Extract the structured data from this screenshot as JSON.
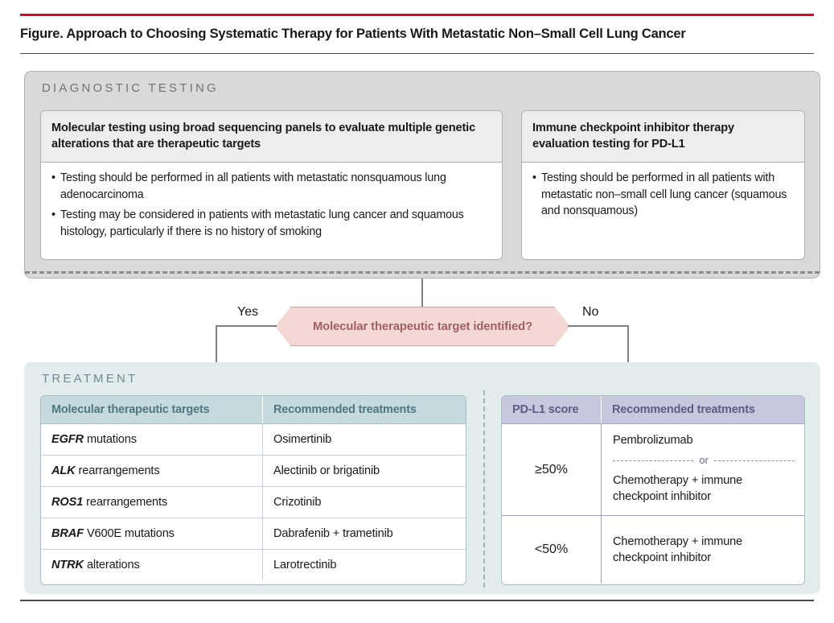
{
  "figure": {
    "title": "Figure. Approach to Choosing Systematic Therapy for Patients With Metastatic Non–Small Cell Lung Cancer",
    "accent_rule_color": "#c8102e"
  },
  "diagnostic": {
    "section_label": "DIAGNOSTIC TESTING",
    "cards": [
      {
        "heading": "Molecular testing using broad sequencing panels to evaluate multiple genetic alterations that are therapeutic targets",
        "bullets": [
          "Testing should be performed in all patients with metastatic nonsquamous lung adenocarcinoma",
          "Testing may be considered in patients with metastatic lung cancer and squamous histology, particularly if there is no history of smoking"
        ]
      },
      {
        "heading": "Immune checkpoint inhibitor therapy evaluation testing for PD-L1",
        "bullets": [
          "Testing should be performed in all patients with metastatic non–small cell lung cancer (squamous and nonsquamous)"
        ]
      }
    ]
  },
  "decision": {
    "question": "Molecular therapeutic target identified?",
    "yes_label": "Yes",
    "no_label": "No",
    "fill_color": "#f4d8d6",
    "text_color": "#a0605f"
  },
  "treatment": {
    "section_label": "TREATMENT",
    "molecular_table": {
      "headers": [
        "Molecular therapeutic targets",
        "Recommended treatments"
      ],
      "header_bg": "#c6d9de",
      "header_text_color": "#4e7781",
      "rows": [
        {
          "gene": "EGFR",
          "target_rest": "mutations",
          "treatment": "Osimertinib"
        },
        {
          "gene": "ALK",
          "target_rest": "rearrangements",
          "treatment": "Alectinib or brigatinib"
        },
        {
          "gene": "ROS1",
          "target_rest": "rearrangements",
          "treatment": "Crizotinib"
        },
        {
          "gene": "BRAF",
          "target_rest": "V600E mutations",
          "treatment": "Dabrafenib + trametinib"
        },
        {
          "gene": "NTRK",
          "target_rest": "alterations",
          "treatment": "Larotrectinib"
        }
      ]
    },
    "pdl1_table": {
      "headers": [
        "PD-L1 score",
        "Recommended treatments"
      ],
      "header_bg": "#c7c7dd",
      "header_text_color": "#5c5c84",
      "or_label": "or",
      "rows": [
        {
          "score": "≥50%",
          "treatment_primary": "Pembrolizumab",
          "treatment_alternate": "Chemotherapy + immune checkpoint inhibitor",
          "has_or": true
        },
        {
          "score": "<50%",
          "treatment_primary": "Chemotherapy + immune checkpoint inhibitor",
          "treatment_alternate": "",
          "has_or": false
        }
      ]
    }
  }
}
